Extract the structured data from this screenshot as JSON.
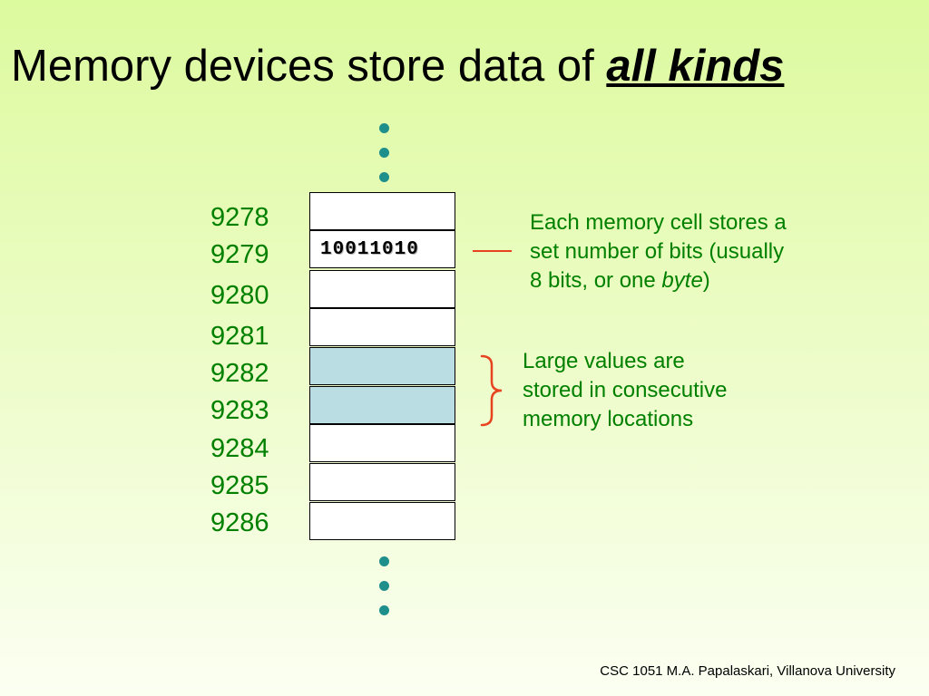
{
  "title": {
    "text": "Memory devices store data of ",
    "emphasis": "all kinds"
  },
  "addresses": [
    "9278",
    "9279",
    "9280",
    "9281",
    "9282",
    "9283",
    "9284",
    "9285",
    "9286"
  ],
  "cell_value": "10011010",
  "note_cell": {
    "line1": "Each memory cell stores a",
    "line2": "set number of bits (usually",
    "line3_prefix": "8 bits, or one ",
    "line3_em": "byte",
    "line3_suffix": ")"
  },
  "note_large": {
    "line1": "Large values are",
    "line2": "stored in consecutive",
    "line3": "memory locations"
  },
  "footer": "CSC 1051 M.A. Papalaskari, Villanova University",
  "colors": {
    "address_text": "#008000",
    "note_text": "#008000",
    "highlight_cell": "#b9dde3",
    "connector": "#e8431f",
    "ellipsis_dot": "#1f8f8c"
  },
  "icons": {
    "ellipsis": "vertical-ellipsis-icon",
    "brace": "right-curly-brace-icon"
  }
}
